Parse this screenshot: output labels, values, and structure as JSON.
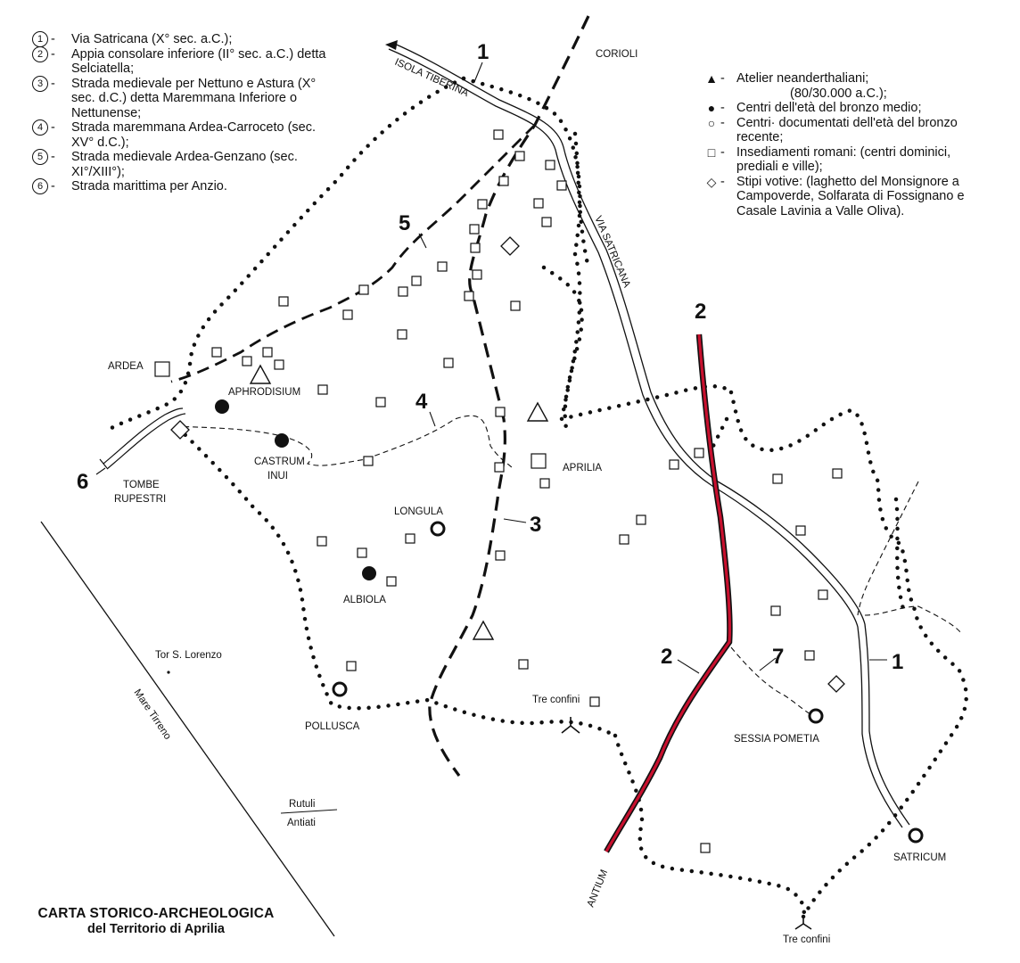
{
  "legend_routes": [
    {
      "num": "1",
      "text": "Via Satricana (X° sec. a.C.);"
    },
    {
      "num": "2",
      "text": "Appia consolare inferiore (II° sec. a.C.) detta Selciatella;"
    },
    {
      "num": "3",
      "text": "Strada medievale per Nettuno e Astura (X° sec. d.C.) detta Maremmana Inferiore o Nettunense;"
    },
    {
      "num": "4",
      "text": "Strada maremmana Ardea-Carroceto (sec. XV° d.C.);"
    },
    {
      "num": "5",
      "text": "Strada medievale Ardea-Genzano (sec. XI°/XIII°);"
    },
    {
      "num": "6",
      "text": "Strada marittima per Anzio."
    }
  ],
  "legend_sites": [
    {
      "symbol": "▲",
      "icon": "triangle-icon",
      "text": "Atelier neanderthaliani;",
      "cont": "(80/30.000 a.C.);"
    },
    {
      "symbol": "●",
      "icon": "filled-circle-icon",
      "text": "Centri dell'età del bronzo medio;"
    },
    {
      "symbol": "○",
      "icon": "open-circle-icon",
      "text": "Centri· documentati dell'età del bronzo recente;"
    },
    {
      "symbol": "□",
      "icon": "square-icon",
      "text": "Insediamenti romani: (centri dominici, prediali e ville);"
    },
    {
      "symbol": "◇",
      "icon": "diamond-icon",
      "text": "Stipi votive: (laghetto del Monsignore a Campoverde, Solfarata di Fossignano e Casale Lavinia a Valle Oliva)."
    }
  ],
  "places": {
    "corioli": "CORIOLI",
    "isola_tiberina": "ISOLA TIBERINA",
    "via_satricana": "VIA SATRICANA",
    "ardea": "ARDEA",
    "aphrodisium": "APHRODISIUM",
    "castrum": "CASTRUM",
    "inui": "INUI",
    "tombe": "TOMBE",
    "rupestri": "RUPESTRI",
    "longula": "LONGULA",
    "albiola": "ALBIOLA",
    "aprilia": "APRILIA",
    "tor_s_lorenzo": "Tor S. Lorenzo",
    "pollusca": "POLLUSCA",
    "tre_confini_1": "Tre confini",
    "tre_confini_2": "Tre confini",
    "sessia_pometia": "SESSIA POMETIA",
    "satricum": "SATRICUM",
    "antium": "ANTIUM",
    "mare_tirreno": "Mare Tirreno",
    "rutuli": "Rutuli",
    "antiati": "Antiati"
  },
  "route_labels": {
    "r1_top": "1",
    "r1_right": "1",
    "r2_top": "2",
    "r2_mid": "2",
    "r3": "3",
    "r4": "4",
    "r5": "5",
    "r6": "6",
    "r7": "7"
  },
  "title": {
    "line1": "CARTA STORICO-ARCHEOLOGICA",
    "line2": "del Territorio di Aprilia"
  },
  "colors": {
    "ink": "#111111",
    "appia_road": "#c8102e",
    "background": "#ffffff"
  }
}
